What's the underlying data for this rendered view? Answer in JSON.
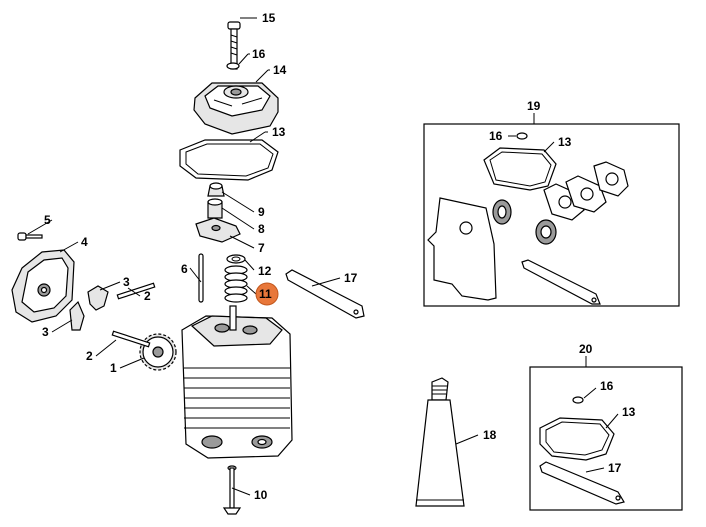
{
  "diagram": {
    "callouts": [
      {
        "id": "c15",
        "text": "15"
      },
      {
        "id": "c16a",
        "text": "16"
      },
      {
        "id": "c14",
        "text": "14"
      },
      {
        "id": "c13a",
        "text": "13"
      },
      {
        "id": "c9",
        "text": "9"
      },
      {
        "id": "c8",
        "text": "8"
      },
      {
        "id": "c7",
        "text": "7"
      },
      {
        "id": "c12",
        "text": "12"
      },
      {
        "id": "c11",
        "text": "11"
      },
      {
        "id": "c6",
        "text": "6"
      },
      {
        "id": "c17a",
        "text": "17"
      },
      {
        "id": "c5",
        "text": "5"
      },
      {
        "id": "c4",
        "text": "4"
      },
      {
        "id": "c3a",
        "text": "3"
      },
      {
        "id": "c2a",
        "text": "2"
      },
      {
        "id": "c3b",
        "text": "3"
      },
      {
        "id": "c2b",
        "text": "2"
      },
      {
        "id": "c1",
        "text": "1"
      },
      {
        "id": "c10",
        "text": "10"
      },
      {
        "id": "c18",
        "text": "18"
      },
      {
        "id": "c19",
        "text": "19"
      },
      {
        "id": "c16b",
        "text": "16"
      },
      {
        "id": "c13b",
        "text": "13"
      },
      {
        "id": "c20",
        "text": "20"
      },
      {
        "id": "c16c",
        "text": "16"
      },
      {
        "id": "c13c",
        "text": "13"
      },
      {
        "id": "c17b",
        "text": "17"
      }
    ],
    "highlight_color": "#e8773a"
  }
}
